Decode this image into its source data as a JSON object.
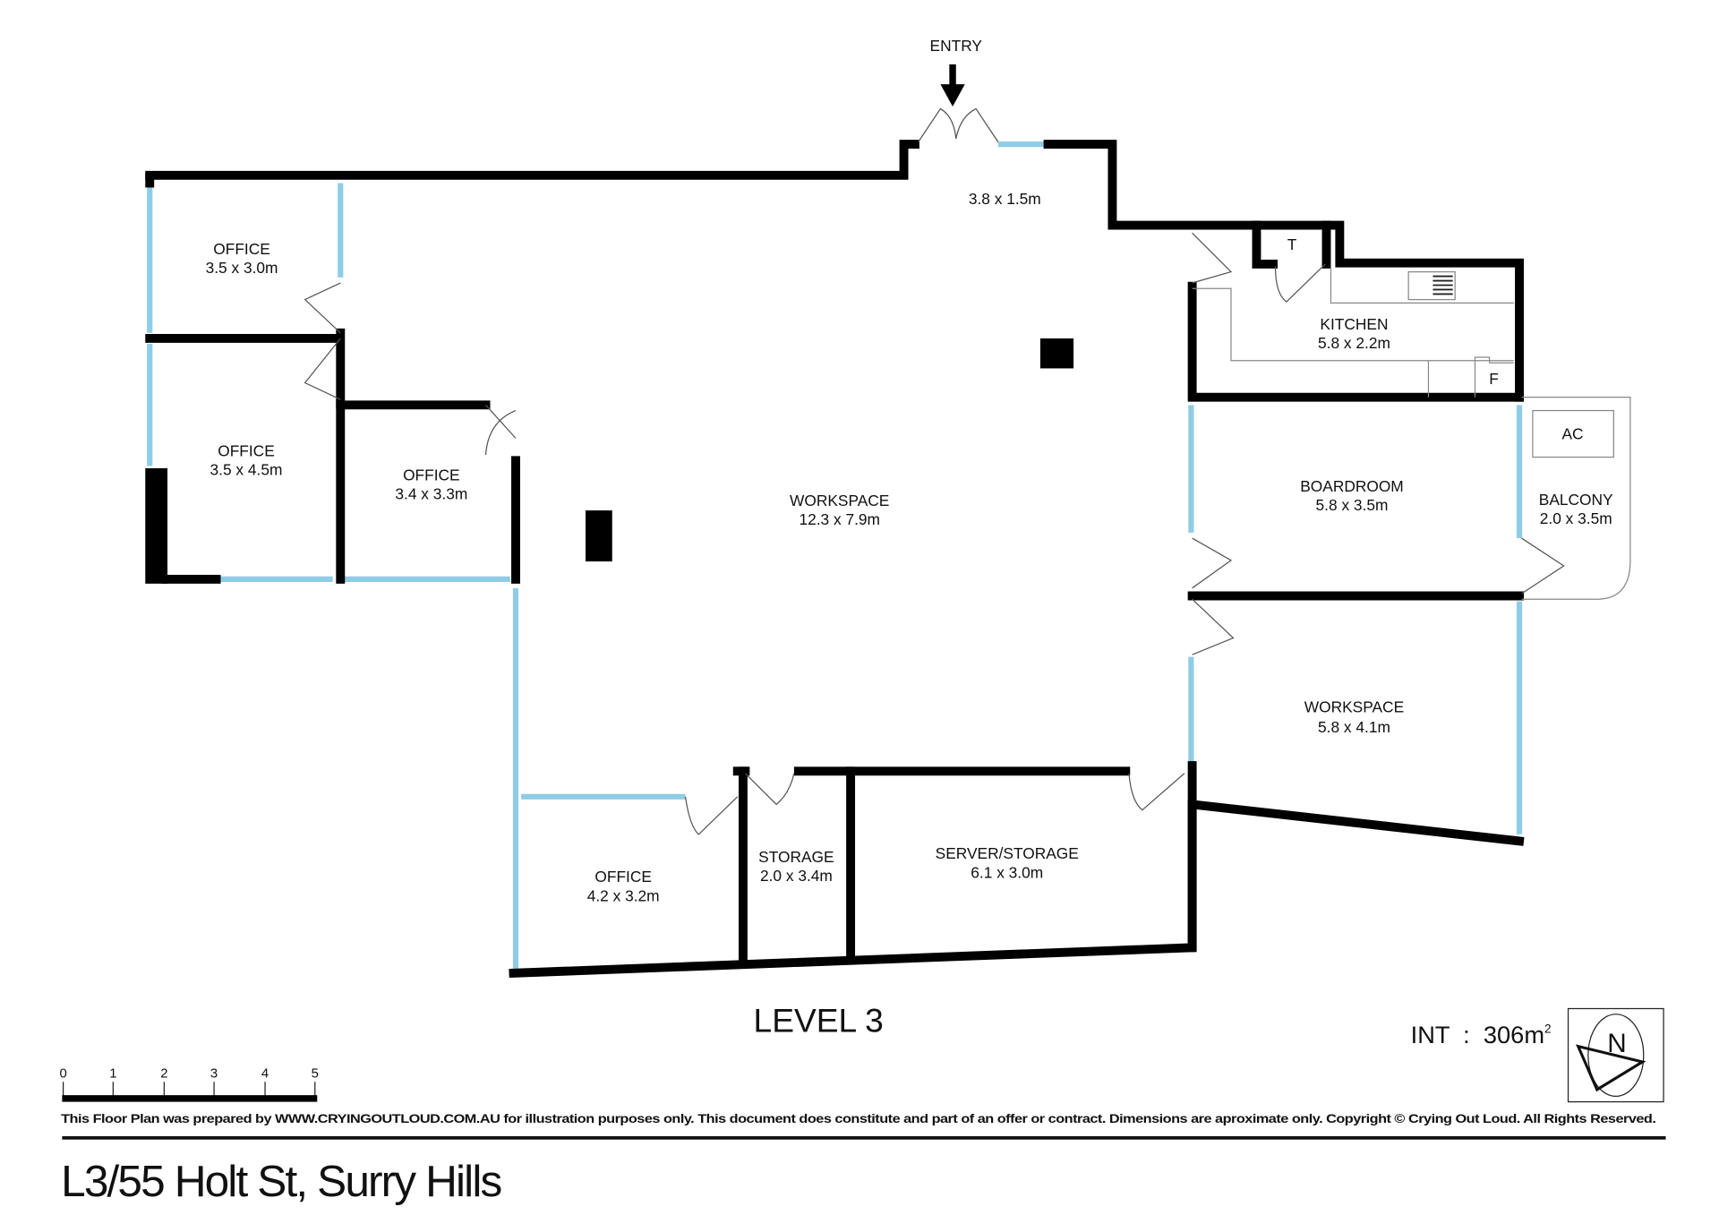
{
  "plan": {
    "entry_label": "ENTRY",
    "entry_size": "3.8 x 1.5m",
    "rooms": [
      {
        "name": "OFFICE",
        "size": "3.5 x 3.0m"
      },
      {
        "name": "OFFICE",
        "size": "3.5 x 4.5m"
      },
      {
        "name": "OFFICE",
        "size": "3.4 x 3.3m"
      },
      {
        "name": "WORKSPACE",
        "size": "12.3 x 7.9m"
      },
      {
        "name": "KITCHEN",
        "size": "5.8 x 2.2m"
      },
      {
        "name": "BOARDROOM",
        "size": "5.8 x 3.5m"
      },
      {
        "name": "BALCONY",
        "size": "2.0 x 3.5m"
      },
      {
        "name": "WORKSPACE",
        "size": "5.8 x 4.1m"
      },
      {
        "name": "OFFICE",
        "size": "4.2 x 3.2m"
      },
      {
        "name": "STORAGE",
        "size": "2.0 x 3.4m"
      },
      {
        "name": "SERVER/STORAGE",
        "size": "6.1 x 3.0m"
      }
    ],
    "fixtures": {
      "toilet": "T",
      "fridge": "F",
      "ac": "AC"
    },
    "level": "LEVEL 3",
    "area_label": "INT  :  306m",
    "area_sup": "2",
    "compass": "N"
  },
  "scale_bar": {
    "ticks": [
      "0",
      "1",
      "2",
      "3",
      "4",
      "5"
    ]
  },
  "footer": {
    "disclaimer": "This Floor Plan was prepared by WWW.CRYINGOUTLOUD.COM.AU for illustration purposes only. This document does constitute and part of an offer or contract. Dimensions are aproximate only. Copyright © Crying Out Loud. All Rights Reserved.",
    "address": "L3/55 Holt St, Surry Hills"
  },
  "colors": {
    "window": "#8fcde6",
    "wall": "#000000"
  }
}
